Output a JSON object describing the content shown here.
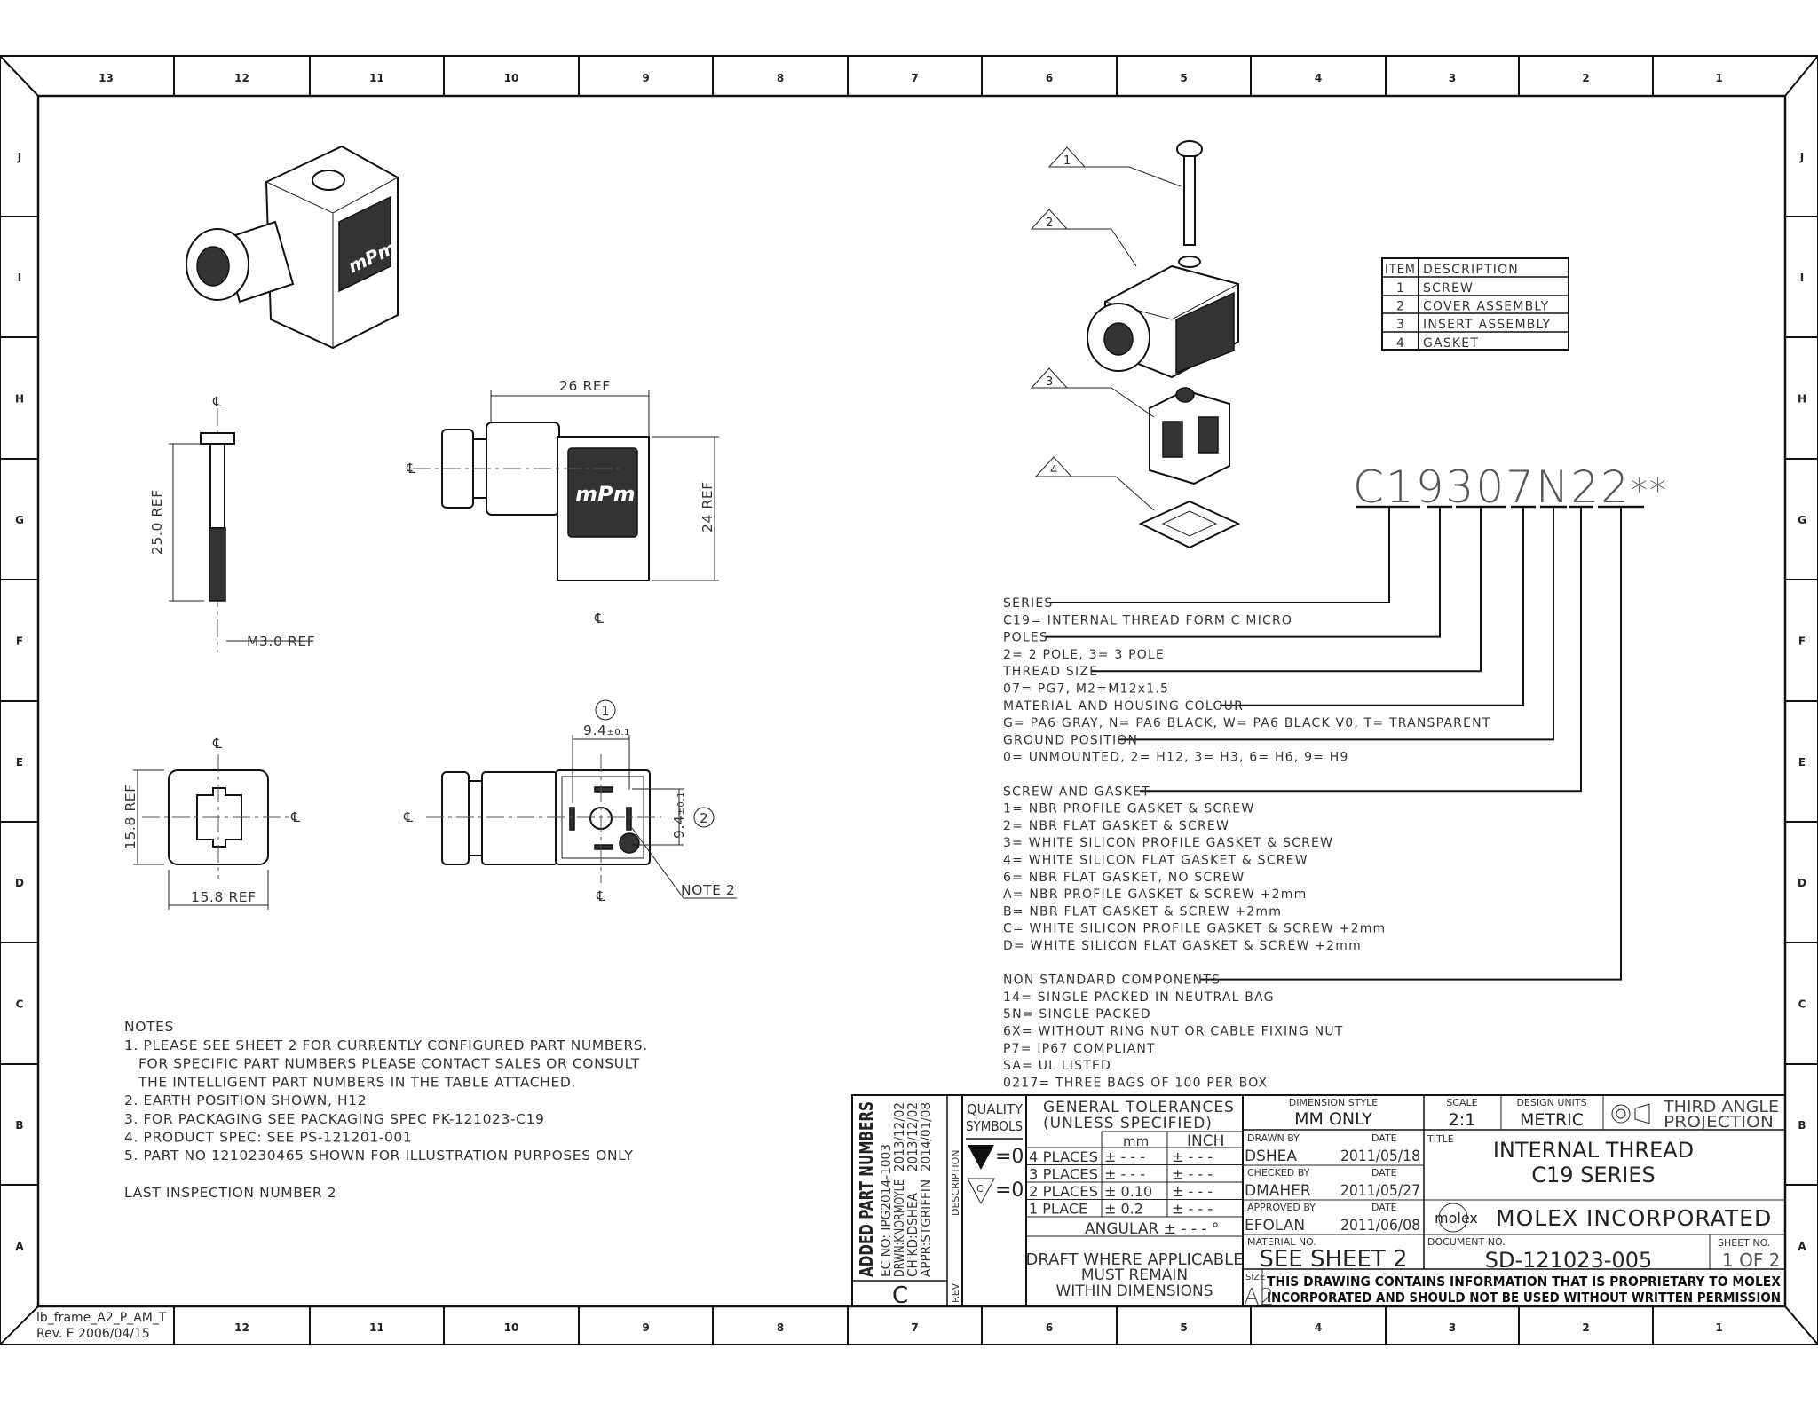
{
  "frame": {
    "columns": [
      "13",
      "12",
      "11",
      "10",
      "9",
      "8",
      "7",
      "6",
      "5",
      "4",
      "3",
      "2",
      "1"
    ],
    "rows": [
      "J",
      "I",
      "H",
      "G",
      "F",
      "E",
      "D",
      "C",
      "B",
      "A"
    ],
    "frame_id": "lb_frame_A2_P_AM_T",
    "frame_rev": "Rev. E 2006/04/15"
  },
  "views": {
    "centerline": "℄",
    "screw_length": "25.0 REF",
    "screw_thread": "M3.0 REF",
    "body_width": "26 REF",
    "body_height": "24 REF",
    "gasket_height": "15.8 REF",
    "gasket_width": "15.8 REF",
    "pin_spacing_h": "9.4",
    "pin_spacing_v": "9.4",
    "tolerance": "±0.1",
    "balloon_1": "1",
    "balloon_2": "2",
    "note_ref": "NOTE 2",
    "logo": "mPm",
    "exploded_balloons": [
      "1",
      "2",
      "3",
      "4"
    ]
  },
  "item_table": {
    "headers": [
      "ITEM",
      "DESCRIPTION"
    ],
    "rows": [
      {
        "item": "1",
        "description": "SCREW"
      },
      {
        "item": "2",
        "description": "COVER ASSEMBLY"
      },
      {
        "item": "3",
        "description": "INSERT ASSEMBLY"
      },
      {
        "item": "4",
        "description": "GASKET"
      }
    ]
  },
  "part_number": {
    "code": "C19307N22",
    "suffix": "**",
    "sections": [
      {
        "label": "SERIES",
        "lines": [
          "C19= INTERNAL THREAD FORM C MICRO"
        ]
      },
      {
        "label": "POLES",
        "lines": [
          "2= 2 POLE, 3= 3 POLE"
        ]
      },
      {
        "label": "THREAD SIZE",
        "lines": [
          "07= PG7, M2=M12x1.5"
        ]
      },
      {
        "label": "MATERIAL AND HOUSING COLOUR",
        "lines": [
          "G= PA6 GRAY, N= PA6 BLACK, W= PA6 BLACK V0, T= TRANSPARENT"
        ]
      },
      {
        "label": "GROUND POSITION",
        "lines": [
          "0= UNMOUNTED, 2= H12, 3= H3, 6= H6, 9= H9"
        ]
      },
      {
        "label": "SCREW AND GASKET",
        "lines": [
          "1= NBR PROFILE GASKET & SCREW",
          "2= NBR FLAT GASKET & SCREW",
          "3= WHITE SILICON PROFILE GASKET & SCREW",
          "4= WHITE SILICON FLAT GASKET & SCREW",
          "6= NBR FLAT GASKET, NO SCREW",
          "A= NBR PROFILE GASKET & SCREW +2mm",
          "B= NBR FLAT GASKET & SCREW +2mm",
          "C= WHITE SILICON PROFILE GASKET & SCREW +2mm",
          "D= WHITE SILICON FLAT GASKET & SCREW +2mm"
        ]
      },
      {
        "label": "NON STANDARD COMPONENTS",
        "lines": [
          "14= SINGLE PACKED IN NEUTRAL BAG",
          "5N= SINGLE PACKED",
          "6X= WITHOUT RING NUT OR CABLE FIXING NUT",
          "P7= IP67 COMPLIANT",
          "SA= UL LISTED",
          "0217= THREE BAGS OF 100 PER BOX"
        ]
      }
    ]
  },
  "notes": {
    "title": "NOTES",
    "lines": [
      "1. PLEASE SEE SHEET 2 FOR CURRENTLY CONFIGURED PART NUMBERS.",
      "FOR SPECIFIC PART NUMBERS PLEASE CONTACT SALES OR CONSULT",
      "THE INTELLIGENT PART NUMBERS IN THE TABLE ATTACHED.",
      "2. EARTH POSITION SHOWN, H12",
      "3. FOR PACKAGING SEE PACKAGING SPEC PK-121023-C19",
      "4. PRODUCT SPEC: SEE PS-121201-001",
      "5. PART NO 1210230465 SHOWN FOR ILLUSTRATION PURPOSES ONLY"
    ],
    "inspection": "LAST INSPECTION NUMBER 2"
  },
  "title_block": {
    "revision": {
      "title": "ADDED PART NUMBERS",
      "ec_no": "EC NO: IPG2014-1003",
      "drwn": "DRWN:KNORMOYLE",
      "drwn_date": "2013/12/02",
      "chkd": "CH'KD:DSHEA",
      "chkd_date": "2013/12/02",
      "appr": "APPR:STGRIFFIN",
      "appr_date": "2014/01/08",
      "description_label": "DESCRIPTION",
      "rev_label": "REV",
      "rev": "C"
    },
    "quality": {
      "label1": "QUALITY",
      "label2": "SYMBOLS",
      "sym1": "=0",
      "sym2": "=0",
      "sym2_letter": "C"
    },
    "tolerances": {
      "title1": "GENERAL TOLERANCES",
      "title2": "(UNLESS SPECIFIED)",
      "col_mm": "mm",
      "col_inch": "INCH",
      "rows": [
        {
          "label": "4 PLACES",
          "mm": "± - - -",
          "inch": "± - - -"
        },
        {
          "label": "3 PLACES",
          "mm": "± - - -",
          "inch": "± - - -"
        },
        {
          "label": "2 PLACES",
          "mm": "± 0.10",
          "inch": "± - - -"
        },
        {
          "label": "1 PLACE",
          "mm": "± 0.2",
          "inch": "± - - -"
        }
      ],
      "angular": "ANGULAR ± - - - °",
      "draft1": "DRAFT WHERE APPLICABLE",
      "draft2": "MUST REMAIN",
      "draft3": "WITHIN DIMENSIONS"
    },
    "dimension_style_label": "DIMENSION STYLE",
    "dimension_style": "MM ONLY",
    "scale_label": "SCALE",
    "scale": "2:1",
    "design_units_label": "DESIGN UNITS",
    "design_units": "METRIC",
    "projection1": "THIRD ANGLE",
    "projection2": "PROJECTION",
    "drawn_by_label": "DRAWN BY",
    "drawn_by": "DSHEA",
    "drawn_date": "2011/05/18",
    "checked_by_label": "CHECKED BY",
    "checked_by": "DMAHER",
    "checked_date": "2011/05/27",
    "approved_by_label": "APPROVED BY",
    "approved_by": "EFOLAN",
    "approved_date": "2011/06/08",
    "date_label": "DATE",
    "title_label": "TITLE",
    "title1": "INTERNAL THREAD",
    "title2": "C19 SERIES",
    "logo": "molex",
    "company": "MOLEX INCORPORATED",
    "material_label": "MATERIAL NO.",
    "material": "SEE SHEET 2",
    "document_label": "DOCUMENT NO.",
    "document": "SD-121023-005",
    "sheet_label": "SHEET NO.",
    "sheet": "1 OF 2",
    "size_label": "SIZE",
    "size": "A2",
    "proprietary1": "THIS DRAWING CONTAINS INFORMATION THAT IS PROPRIETARY TO MOLEX",
    "proprietary2": "INCORPORATED AND SHOULD NOT BE USED WITHOUT WRITTEN PERMISSION"
  }
}
